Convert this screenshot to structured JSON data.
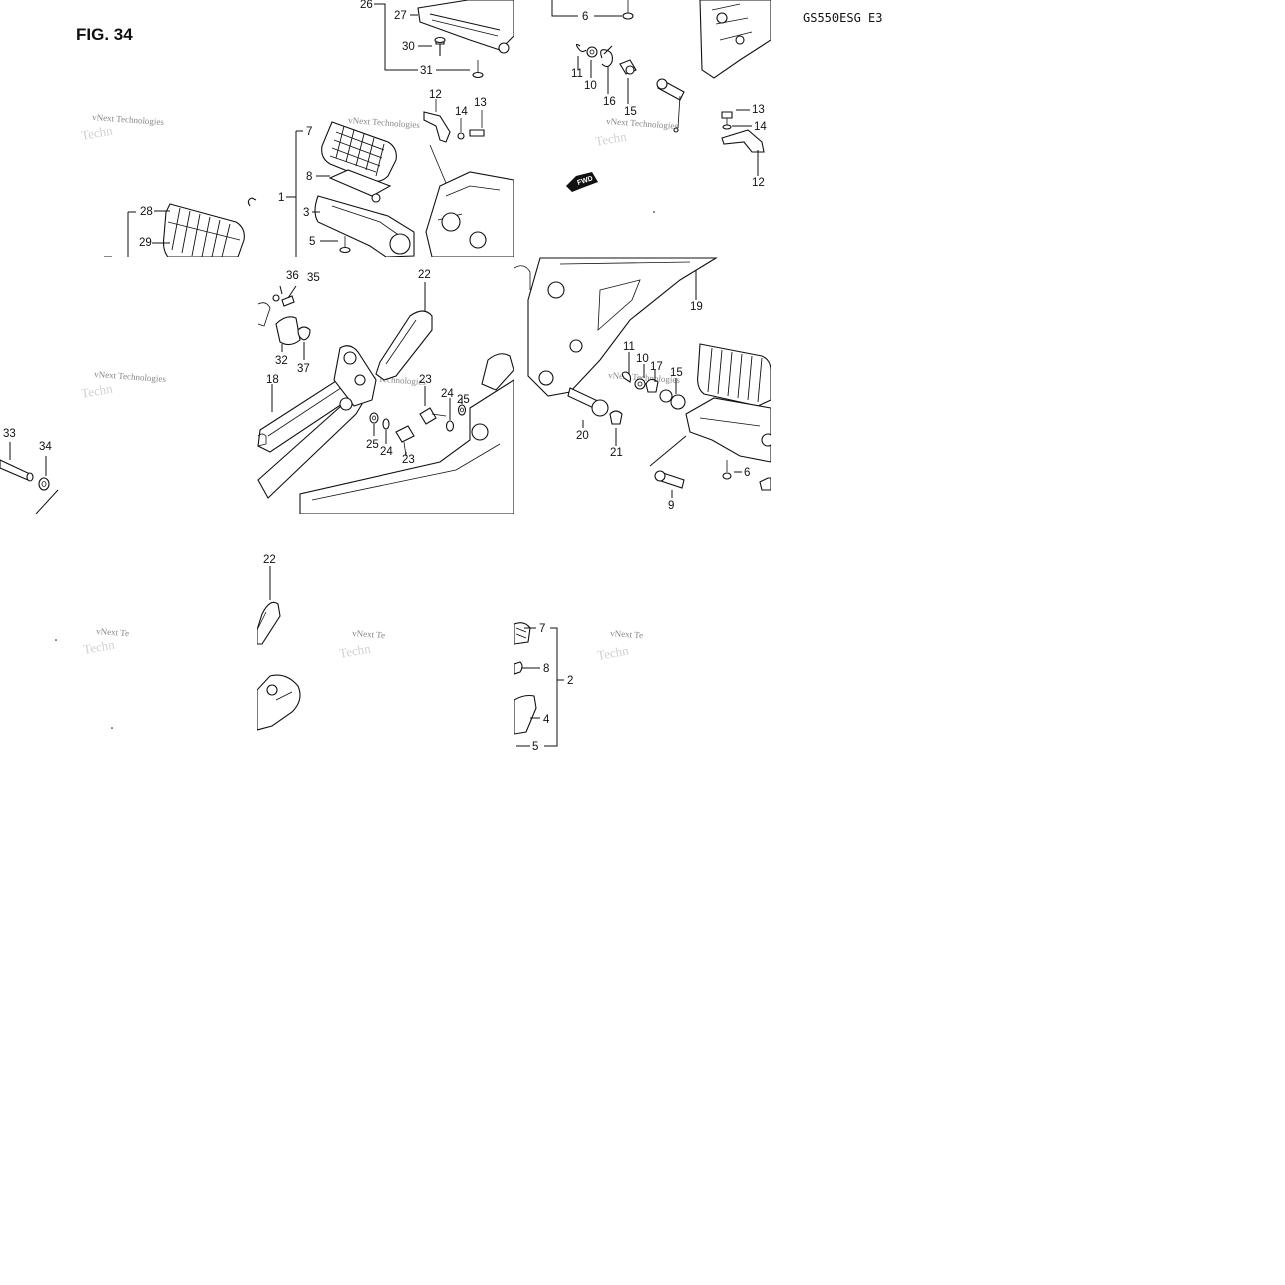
{
  "figure": {
    "title": "FIG. 34",
    "model_code": "GS550ESG E3"
  },
  "watermark": {
    "text": "vNext Technologies",
    "partial": "vNext Te",
    "faint": "Techn"
  },
  "fwd_arrow": {
    "label": "FWD"
  },
  "part_labels": [
    {
      "id": "26a",
      "text": "26"
    },
    {
      "id": "27a",
      "text": "27"
    },
    {
      "id": "30a",
      "text": "30"
    },
    {
      "id": "31a",
      "text": "31"
    },
    {
      "id": "6a",
      "text": "6"
    },
    {
      "id": "11a",
      "text": "11"
    },
    {
      "id": "10a",
      "text": "10"
    },
    {
      "id": "16a",
      "text": "16"
    },
    {
      "id": "15a",
      "text": "15"
    },
    {
      "id": "13a",
      "text": "13"
    },
    {
      "id": "14a",
      "text": "14"
    },
    {
      "id": "12a",
      "text": "12"
    },
    {
      "id": "12b",
      "text": "12"
    },
    {
      "id": "14b",
      "text": "14"
    },
    {
      "id": "13b",
      "text": "13"
    },
    {
      "id": "7a",
      "text": "7"
    },
    {
      "id": "8a",
      "text": "8"
    },
    {
      "id": "1a",
      "text": "1"
    },
    {
      "id": "3a",
      "text": "3"
    },
    {
      "id": "5a",
      "text": "5"
    },
    {
      "id": "28a",
      "text": "28"
    },
    {
      "id": "29a",
      "text": "29"
    },
    {
      "id": "36a",
      "text": "36"
    },
    {
      "id": "35a",
      "text": "35"
    },
    {
      "id": "22a",
      "text": "22"
    },
    {
      "id": "32a",
      "text": "32"
    },
    {
      "id": "37a",
      "text": "37"
    },
    {
      "id": "18a",
      "text": "18"
    },
    {
      "id": "23a",
      "text": "23"
    },
    {
      "id": "24a",
      "text": "24"
    },
    {
      "id": "25a",
      "text": "25"
    },
    {
      "id": "25b",
      "text": "25"
    },
    {
      "id": "24b",
      "text": "24"
    },
    {
      "id": "23b",
      "text": "23"
    },
    {
      "id": "33a",
      "text": "33"
    },
    {
      "id": "34a",
      "text": "34"
    },
    {
      "id": "19a",
      "text": "19"
    },
    {
      "id": "11b",
      "text": "11"
    },
    {
      "id": "10b",
      "text": "10"
    },
    {
      "id": "17a",
      "text": "17"
    },
    {
      "id": "15b",
      "text": "15"
    },
    {
      "id": "20a",
      "text": "20"
    },
    {
      "id": "21a",
      "text": "21"
    },
    {
      "id": "6b",
      "text": "6"
    },
    {
      "id": "9a",
      "text": "9"
    },
    {
      "id": "22b",
      "text": "22"
    },
    {
      "id": "7b",
      "text": "7"
    },
    {
      "id": "8b",
      "text": "8"
    },
    {
      "id": "2a",
      "text": "2"
    },
    {
      "id": "4a",
      "text": "4"
    },
    {
      "id": "5b",
      "text": "5"
    }
  ]
}
